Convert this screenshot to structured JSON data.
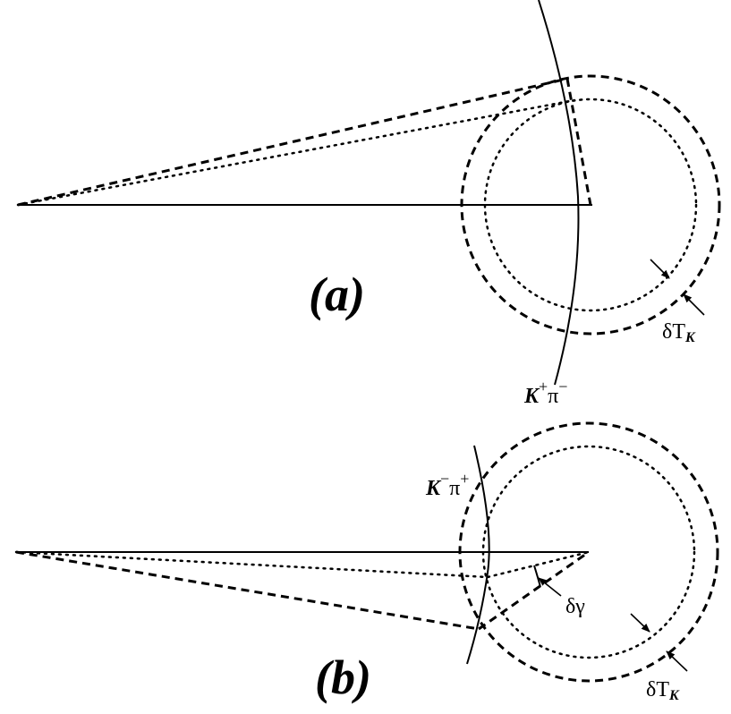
{
  "panels": {
    "a": {
      "label": "(a)",
      "curve_label": {
        "k": "K",
        "sup": "+",
        "pi": "π",
        "pisup": "−"
      },
      "ring_label": {
        "delta": "δ",
        "t": "T",
        "sub": "K"
      }
    },
    "b": {
      "label": "(b)",
      "curve_label": {
        "k": "K",
        "bar": "−",
        "pi": "π",
        "pisup": "+"
      },
      "angle_label": "δγ",
      "ring_label": {
        "delta": "δ",
        "t": "T",
        "sub": "K"
      }
    }
  }
}
